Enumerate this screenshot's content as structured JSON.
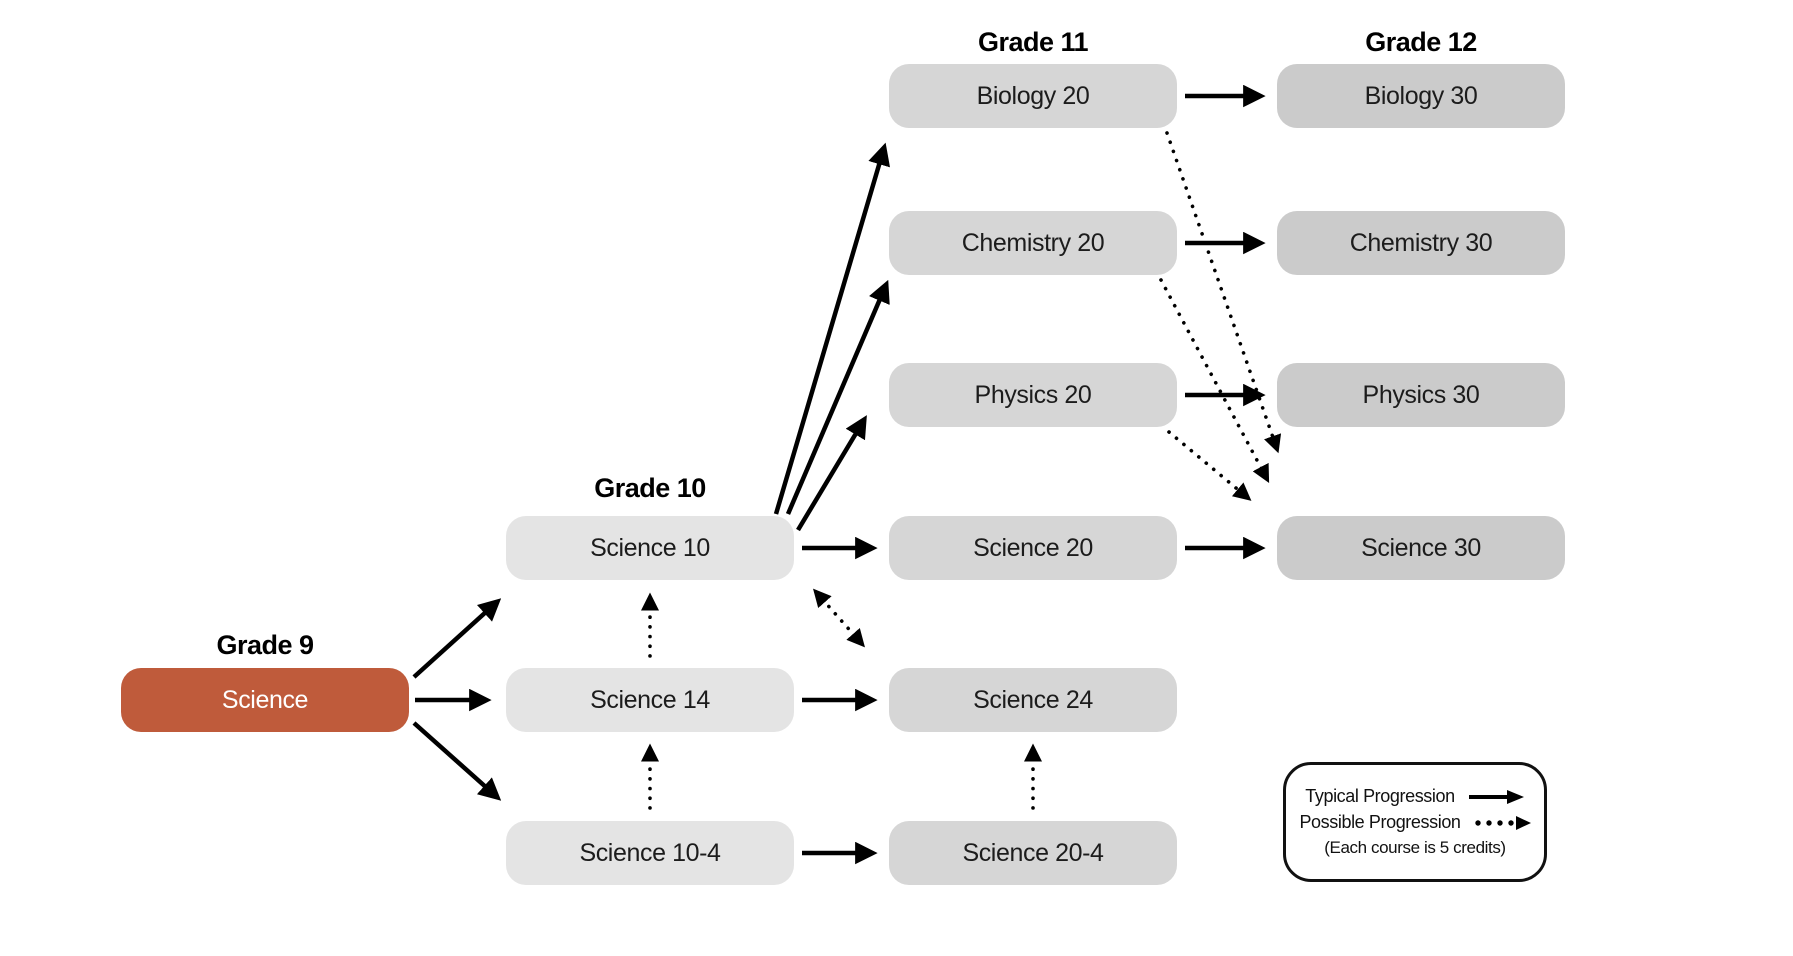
{
  "headers": {
    "grade9": "Grade 9",
    "grade10": "Grade 10",
    "grade11": "Grade 11",
    "grade12": "Grade 12"
  },
  "nodes": {
    "science9": "Science",
    "science10": "Science 10",
    "science14": "Science 14",
    "science104": "Science 10-4",
    "biology20": "Biology 20",
    "chemistry20": "Chemistry 20",
    "physics20": "Physics 20",
    "science20": "Science 20",
    "science24": "Science 24",
    "science204": "Science 20-4",
    "biology30": "Biology 30",
    "chemistry30": "Chemistry 30",
    "physics30": "Physics 30",
    "science30": "Science 30"
  },
  "legend": {
    "typical": "Typical Progression",
    "possible": "Possible Progression",
    "note": "(Each course is 5 credits)"
  },
  "edges": [
    {
      "from": "Science",
      "to": "Science 10",
      "type": "typical"
    },
    {
      "from": "Science",
      "to": "Science 14",
      "type": "typical"
    },
    {
      "from": "Science",
      "to": "Science 10-4",
      "type": "typical"
    },
    {
      "from": "Science 10",
      "to": "Biology 20",
      "type": "typical"
    },
    {
      "from": "Science 10",
      "to": "Chemistry 20",
      "type": "typical"
    },
    {
      "from": "Science 10",
      "to": "Physics 20",
      "type": "typical"
    },
    {
      "from": "Science 10",
      "to": "Science 20",
      "type": "typical"
    },
    {
      "from": "Science 14",
      "to": "Science 24",
      "type": "typical"
    },
    {
      "from": "Science 10-4",
      "to": "Science 20-4",
      "type": "typical"
    },
    {
      "from": "Biology 20",
      "to": "Biology 30",
      "type": "typical"
    },
    {
      "from": "Chemistry 20",
      "to": "Chemistry 30",
      "type": "typical"
    },
    {
      "from": "Physics 20",
      "to": "Physics 30",
      "type": "typical"
    },
    {
      "from": "Science 20",
      "to": "Science 30",
      "type": "typical"
    },
    {
      "from": "Science 14",
      "to": "Science 10",
      "type": "possible"
    },
    {
      "from": "Science 10-4",
      "to": "Science 14",
      "type": "possible"
    },
    {
      "from": "Science 20-4",
      "to": "Science 24",
      "type": "possible"
    },
    {
      "from": "Science 10",
      "to": "Science 24",
      "type": "possible",
      "bidirectional": true
    },
    {
      "from": "Biology 20",
      "to": "Science 30",
      "type": "possible"
    },
    {
      "from": "Chemistry 20",
      "to": "Science 30",
      "type": "possible"
    },
    {
      "from": "Physics 20",
      "to": "Science 30",
      "type": "possible"
    }
  ],
  "colors": {
    "canvas-bg": "#ffffff",
    "node-grade9": "#bf5b3b",
    "node-grade9-text": "#ffffff",
    "node-grade10": "#e4e4e4",
    "node-grade11": "#d6d6d6",
    "node-grade12": "#cbcbcb",
    "node-text": "#1c1c1c",
    "arrow": "#000000",
    "legend-border": "#111111"
  }
}
